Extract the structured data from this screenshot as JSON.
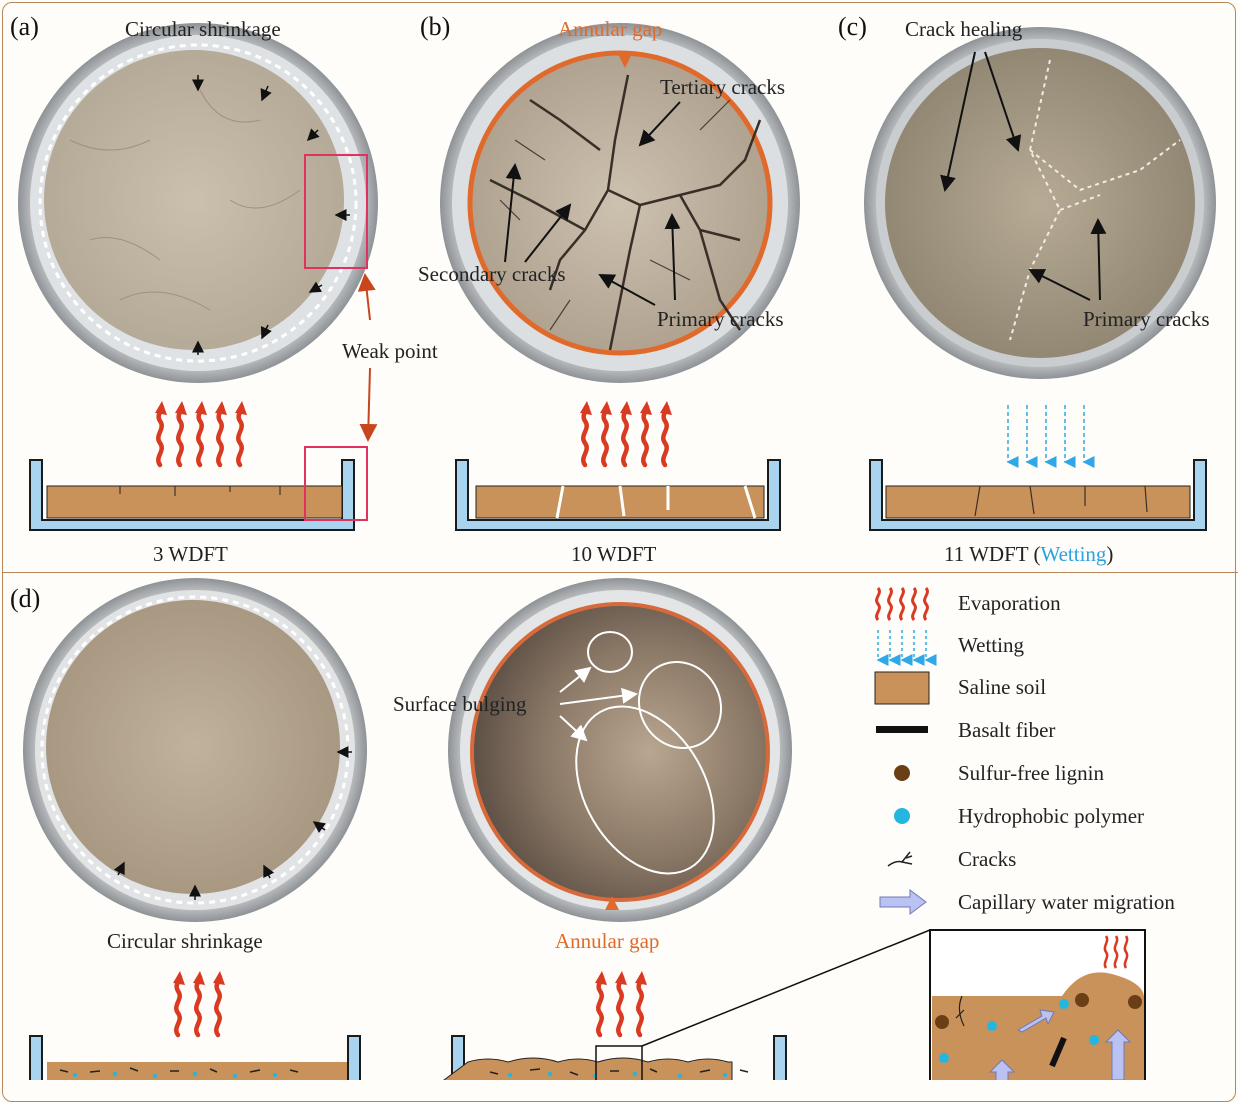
{
  "panels": {
    "a": {
      "label": "(a)",
      "title": "Circular shrinkage",
      "weak_point": "Weak point",
      "caption": "3 WDFT"
    },
    "b": {
      "label": "(b)",
      "annular_gap": "Annular gap",
      "tertiary": "Tertiary cracks",
      "secondary": "Secondary cracks",
      "primary": "Primary cracks",
      "caption": "10 WDFT"
    },
    "c": {
      "label": "(c)",
      "crack_healing": "Crack healing",
      "primary": "Primary cracks",
      "caption_prefix": "11 WDFT (",
      "caption_wetting": "Wetting",
      "caption_suffix": ")"
    },
    "d": {
      "label": "(d)",
      "circular_shrinkage": "Circular shrinkage",
      "surface_bulging": "Surface bulging",
      "annular_gap": "Annular gap"
    }
  },
  "legend": {
    "items": [
      {
        "icon": "evaporation-icon",
        "label": "Evaporation"
      },
      {
        "icon": "wetting-icon",
        "label": "Wetting"
      },
      {
        "icon": "saline-soil-swatch",
        "label": "Saline soil"
      },
      {
        "icon": "basalt-fiber-icon",
        "label": "Basalt fiber"
      },
      {
        "icon": "lignin-dot-icon",
        "label": "Sulfur-free lignin"
      },
      {
        "icon": "polymer-dot-icon",
        "label": "Hydrophobic polymer"
      },
      {
        "icon": "cracks-icon",
        "label": "Cracks"
      },
      {
        "icon": "capillary-arrow-icon",
        "label": "Capillary water migration"
      }
    ]
  },
  "colors": {
    "soil": "#c9925a",
    "container": "#a8d4ef",
    "evaporation": "#d93a22",
    "wetting": "#2ea8e6",
    "orange_text": "#e06a2c",
    "frame": "#b7875a",
    "lignin": "#6b3f16",
    "polymer": "#23b6e0",
    "capillary": "#b9c2f0"
  }
}
